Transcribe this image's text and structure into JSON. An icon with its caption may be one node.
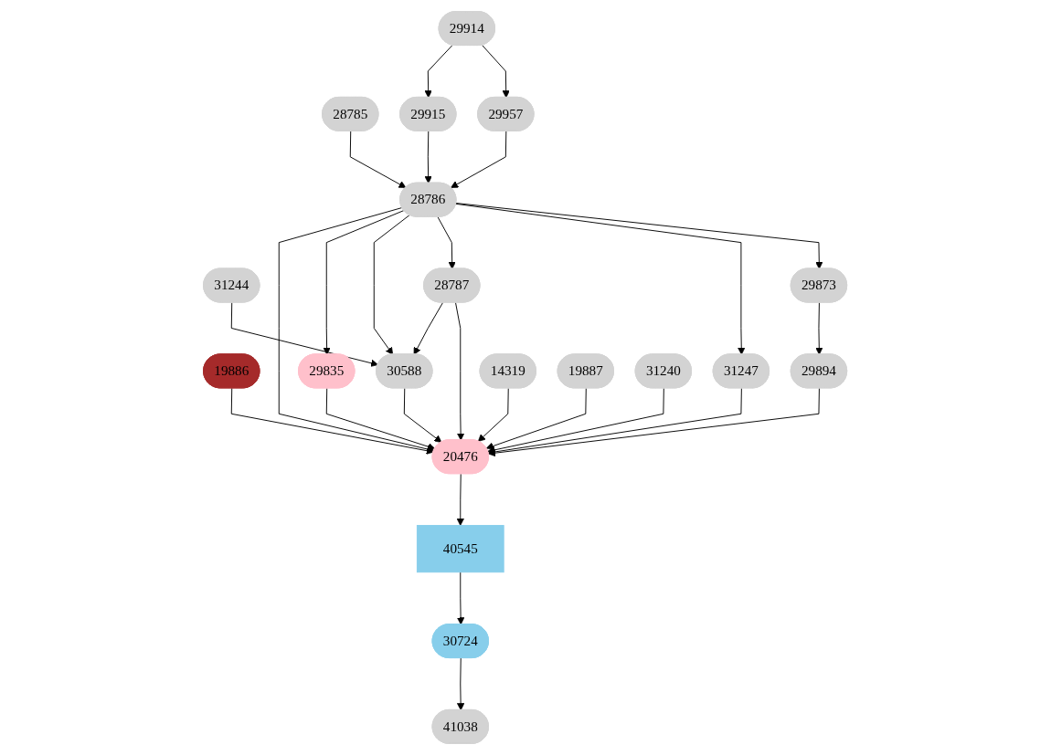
{
  "diagram": {
    "nodes": [
      {
        "text": [
          "29914"
        ]
      },
      {
        "text": [
          "28785"
        ]
      },
      {
        "text": [
          "29915"
        ]
      },
      {
        "text": [
          "29957"
        ]
      },
      {
        "text": [
          "28786"
        ]
      },
      {
        "text": [
          "29835"
        ]
      },
      {
        "text": [
          "31244"
        ]
      },
      {
        "text": [
          "28787"
        ]
      },
      {
        "text": [
          "31247"
        ]
      },
      {
        "text": [
          "29873"
        ]
      },
      {
        "text": [
          "19886"
        ]
      },
      {
        "text": [
          "30588"
        ]
      },
      {
        "text": [
          "29894"
        ]
      },
      {
        "text": [
          "14319"
        ]
      },
      {
        "text": [
          "19887"
        ]
      },
      {
        "text": [
          "31240"
        ]
      },
      {
        "text": [
          "20476"
        ]
      },
      {
        "text": [
          "40545"
        ]
      },
      {
        "text": [
          "30724"
        ]
      },
      {
        "text": [
          "41038"
        ]
      }
    ],
    "edges": [
      {
        "from": 0,
        "to": 2,
        "arrow": "to"
      },
      {
        "from": 0,
        "to": 3,
        "arrow": "to"
      },
      {
        "from": 1,
        "to": 4,
        "arrow": "to"
      },
      {
        "from": 2,
        "to": 4,
        "arrow": "to"
      },
      {
        "from": 3,
        "to": 4,
        "arrow": "to"
      },
      {
        "from": 4,
        "to": 16,
        "arrow": "to"
      },
      {
        "from": 4,
        "to": 5,
        "arrow": "to"
      },
      {
        "from": 4,
        "to": 11,
        "arrow": "to"
      },
      {
        "from": 4,
        "to": 7,
        "arrow": "to"
      },
      {
        "from": 4,
        "to": 8,
        "arrow": "to"
      },
      {
        "from": 4,
        "to": 9,
        "arrow": "to"
      },
      {
        "from": 5,
        "to": 16,
        "arrow": "to"
      },
      {
        "from": 6,
        "to": 11,
        "arrow": "to"
      },
      {
        "from": 7,
        "to": 11,
        "arrow": "to"
      },
      {
        "from": 7,
        "to": 16,
        "arrow": "to"
      },
      {
        "from": 8,
        "to": 16,
        "arrow": "to"
      },
      {
        "from": 9,
        "to": 12,
        "arrow": "to"
      },
      {
        "from": 10,
        "to": 16,
        "arrow": "to"
      },
      {
        "from": 11,
        "to": 16,
        "arrow": "to"
      },
      {
        "from": 12,
        "to": 16,
        "arrow": "to"
      },
      {
        "from": 13,
        "to": 16,
        "arrow": "to"
      },
      {
        "from": 14,
        "to": 16,
        "arrow": "to"
      },
      {
        "from": 15,
        "to": 16,
        "arrow": "to"
      },
      {
        "from": 16,
        "to": 17,
        "arrow": "to"
      },
      {
        "from": 17,
        "to": 18,
        "arrow": "to"
      },
      {
        "from": 18,
        "to": 19,
        "arrow": "to"
      }
    ]
  }
}
